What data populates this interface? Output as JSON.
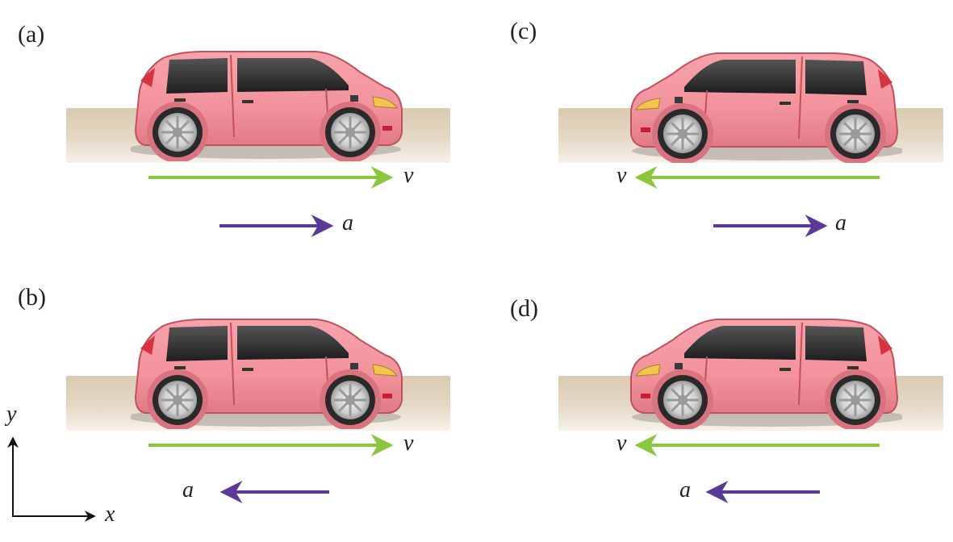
{
  "colors": {
    "velocity": "#8cc63f",
    "acceleration": "#5b3a97",
    "car_body": "#f2929c",
    "ground": "#ddd0b9"
  },
  "panels": {
    "a": {
      "label": "(a)",
      "car_facing": "right",
      "v_direction": "right",
      "a_direction": "right",
      "v_symbol": "v",
      "a_symbol": "a"
    },
    "b": {
      "label": "(b)",
      "car_facing": "right",
      "v_direction": "right",
      "a_direction": "left",
      "v_symbol": "v",
      "a_symbol": "a"
    },
    "c": {
      "label": "(c)",
      "car_facing": "left",
      "v_direction": "left",
      "a_direction": "right",
      "v_symbol": "v",
      "a_symbol": "a"
    },
    "d": {
      "label": "(d)",
      "car_facing": "left",
      "v_direction": "left",
      "a_direction": "left",
      "v_symbol": "v",
      "a_symbol": "a"
    }
  },
  "axes": {
    "x_label": "x",
    "y_label": "y"
  }
}
